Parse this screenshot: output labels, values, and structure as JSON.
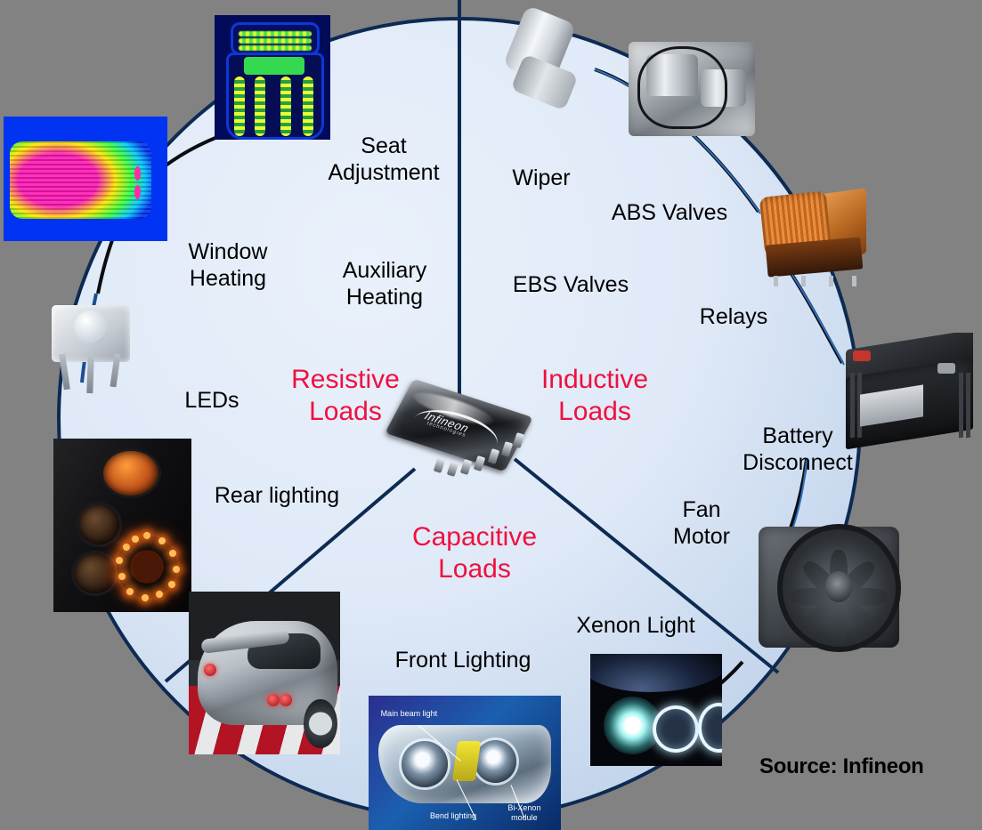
{
  "figure": {
    "title": "Automotive load types around an Infineon smart power IC",
    "background_color": "#828282",
    "circle_fill": "#d7e3f4",
    "circle_outline": "#0d2a52",
    "category_color": "#ef1040",
    "label_color": "#000000"
  },
  "center": {
    "component": "infineon-smart-power-ic",
    "logo_brand": "Infineon",
    "logo_sub": "technologies"
  },
  "categories": [
    {
      "id": "resistive",
      "label": "Resistive\nLoads"
    },
    {
      "id": "inductive",
      "label": "Inductive\nLoads"
    },
    {
      "id": "capacitive",
      "label": "Capacitive\nLoads"
    }
  ],
  "labels": [
    {
      "id": "seat-adjustment",
      "text": "Seat\nAdjustment"
    },
    {
      "id": "wiper",
      "text": "Wiper"
    },
    {
      "id": "abs-valves",
      "text": "ABS Valves"
    },
    {
      "id": "window-heating",
      "text": "Window\nHeating"
    },
    {
      "id": "auxiliary-heating",
      "text": "Auxiliary\nHeating"
    },
    {
      "id": "ebs-valves",
      "text": "EBS Valves"
    },
    {
      "id": "relays",
      "text": "Relays"
    },
    {
      "id": "leds",
      "text": "LEDs"
    },
    {
      "id": "battery-disconnect",
      "text": "Battery\nDisconnect"
    },
    {
      "id": "rear-lighting",
      "text": "Rear lighting"
    },
    {
      "id": "fan-motor",
      "text": "Fan\nMotor"
    },
    {
      "id": "front-lighting",
      "text": "Front Lighting"
    },
    {
      "id": "xenon-light",
      "text": "Xenon Light"
    }
  ],
  "photos": [
    {
      "id": "thermal-window-heating",
      "alt": "Thermal image of heated rear window"
    },
    {
      "id": "thermal-seat-heating",
      "alt": "Thermal image of heated seat"
    },
    {
      "id": "wiper-motor",
      "alt": "Wiper motor"
    },
    {
      "id": "abs-valve-block",
      "alt": "ABS hydraulic valve block"
    },
    {
      "id": "relay-coil",
      "alt": "Copper relay coil"
    },
    {
      "id": "led-component",
      "alt": "High power LED package"
    },
    {
      "id": "car-battery",
      "alt": "Lead acid car battery"
    },
    {
      "id": "tail-lamp",
      "alt": "LED rear tail lamp"
    },
    {
      "id": "silver-coupe",
      "alt": "Silver coupe rear view"
    },
    {
      "id": "headlamp-module",
      "alt": "Bi-Xenon headlamp module"
    },
    {
      "id": "xenon-headlight",
      "alt": "Xenon headlight illuminated"
    },
    {
      "id": "cooling-fan",
      "alt": "Engine cooling fan module"
    }
  ],
  "headlamp_callouts": [
    {
      "id": "main-beam-light",
      "text": "Main beam light"
    },
    {
      "id": "bend-lighting",
      "text": "Bend lighting"
    },
    {
      "id": "bi-xenon-module",
      "text": "Bi-Xenon\nmodule"
    }
  ],
  "footer": {
    "source": "Source: Infineon"
  }
}
